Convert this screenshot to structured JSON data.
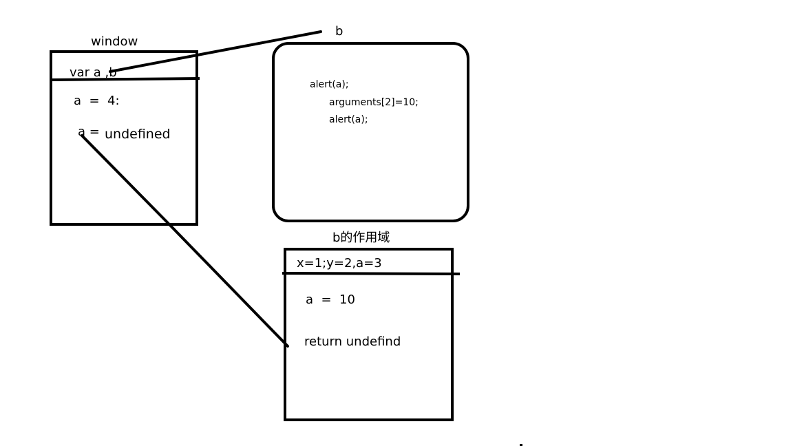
{
  "window_box": {
    "title": "window",
    "header": "var a ,b",
    "line1": "a  =  4:",
    "line2_prefix": "a =",
    "line2_value": "undefined"
  },
  "function_b": {
    "label": "b",
    "code": [
      "alert(a);",
      "arguments[2]=10;",
      "alert(a);"
    ]
  },
  "b_scope_box": {
    "title": "b的作用域",
    "header": "x=1;y=2,a=3",
    "line1": "a  =  10",
    "line2": "return undefind"
  },
  "colors": {
    "ink": "#000000",
    "background": "#ffffff"
  }
}
